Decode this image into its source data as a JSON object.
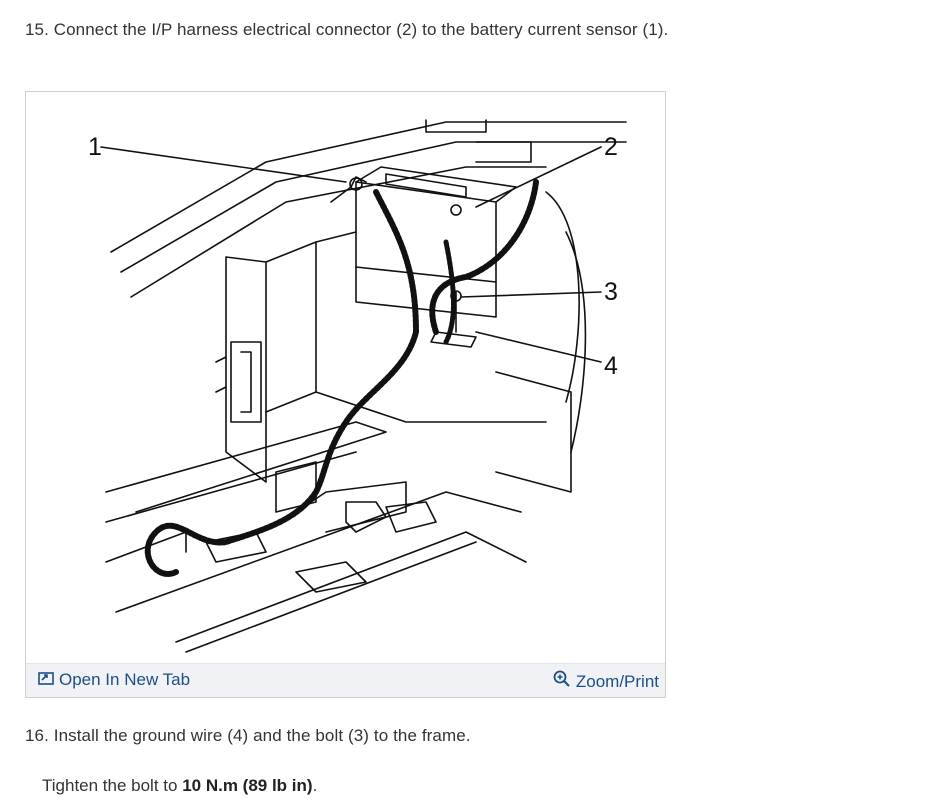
{
  "steps": [
    {
      "text": "15. Connect the I/P harness electrical connector (2) to the battery current sensor (1)."
    },
    {
      "text": "16. Install the ground wire (4) and the bolt (3) to the frame."
    }
  ],
  "instruction": {
    "prefix": "Tighten the bolt to ",
    "torque": "10 N.m (89 lb in)",
    "suffix": "."
  },
  "figure": {
    "callouts": [
      "1",
      "2",
      "3",
      "4"
    ],
    "open_label": "Open In New Tab",
    "zoom_label": "Zoom/Print",
    "open_icon": "open-in-new-tab-icon",
    "zoom_icon": "zoom-in-icon"
  },
  "colors": {
    "text": "#333333",
    "link": "#1d4f86",
    "bar": "#f1f2f5"
  }
}
